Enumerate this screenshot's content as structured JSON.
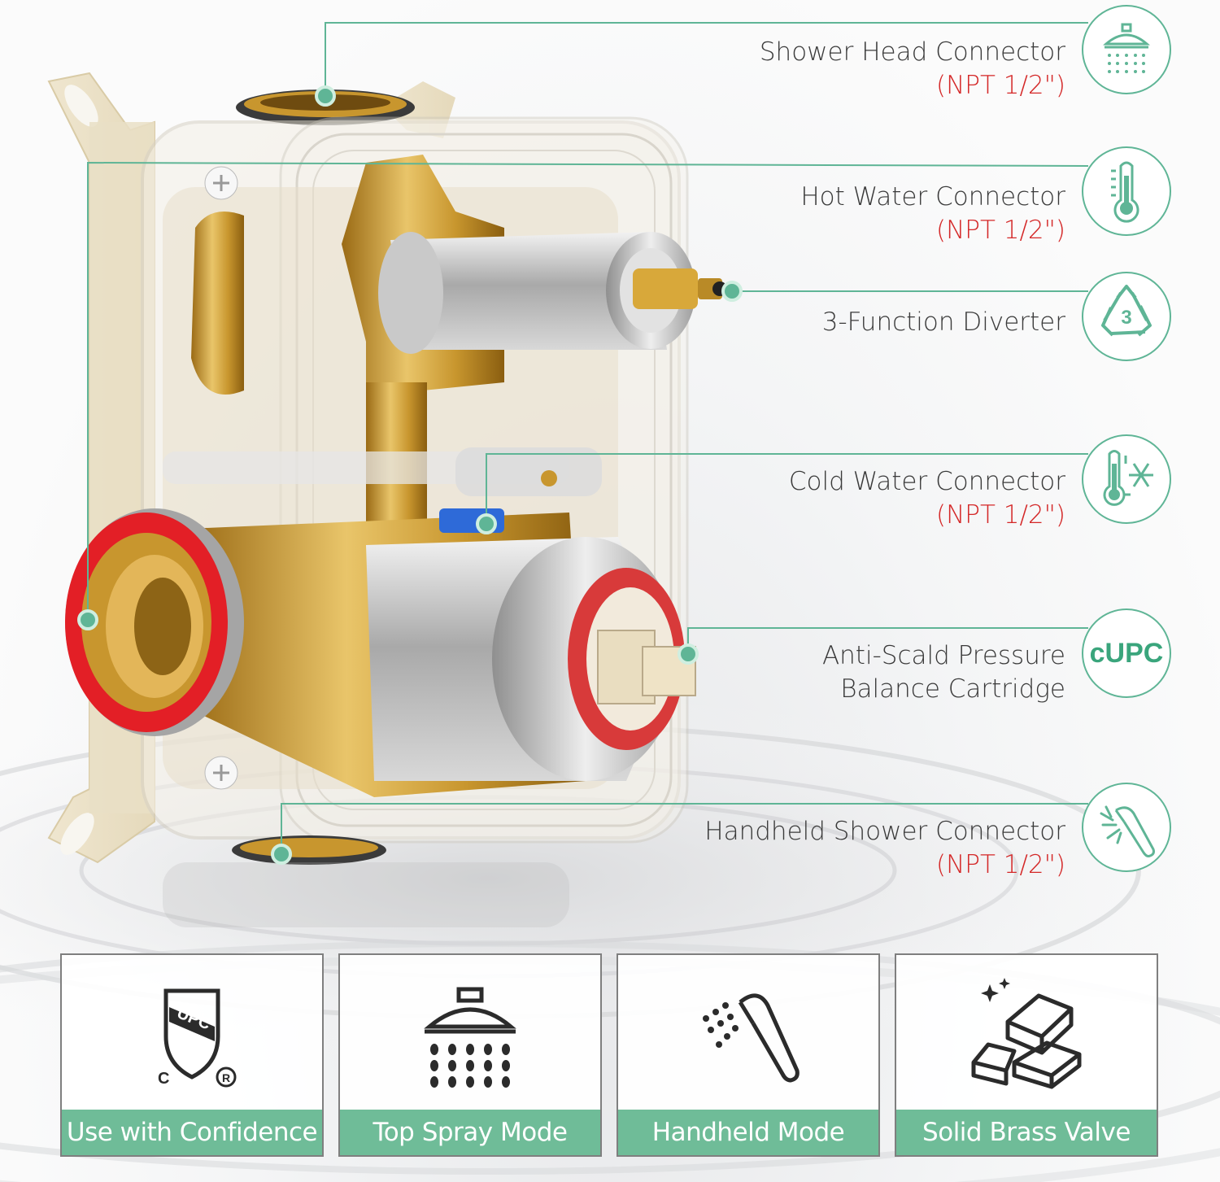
{
  "colors": {
    "accent_green": "#5fb596",
    "spec_red": "#d42727",
    "card_label_bg": "#6fbc98",
    "brass": "#c8962e"
  },
  "callouts": [
    {
      "name": "Shower Head Connector",
      "spec": "(NPT 1/2\")",
      "icon": "shower-head-icon"
    },
    {
      "name": "Hot Water Connector",
      "spec": "(NPT 1/2\")",
      "icon": "thermometer-hot-icon"
    },
    {
      "name": "3-Function Diverter",
      "spec": "",
      "icon": "recycle-3-icon"
    },
    {
      "name": "Cold Water Connector",
      "spec": "(NPT 1/2\")",
      "icon": "thermometer-snowflake-icon"
    },
    {
      "name_line1": "Anti-Scald Pressure",
      "name_line2": "Balance Cartridge",
      "icon": "cupc-badge-icon",
      "badge_text": "cUPC"
    },
    {
      "name": "Handheld Shower Connector",
      "spec": "(NPT 1/2\")",
      "icon": "handheld-shower-icon"
    }
  ],
  "cards": [
    {
      "label": "Use with Confidence",
      "icon": "upc-shield-icon",
      "shield_text": "UPC",
      "c_text": "C",
      "r_text": "R"
    },
    {
      "label": "Top Spray Mode",
      "icon": "rain-shower-icon"
    },
    {
      "label": "Handheld Mode",
      "icon": "handheld-spray-icon"
    },
    {
      "label": "Solid Brass Valve",
      "icon": "brass-bars-icon"
    }
  ]
}
